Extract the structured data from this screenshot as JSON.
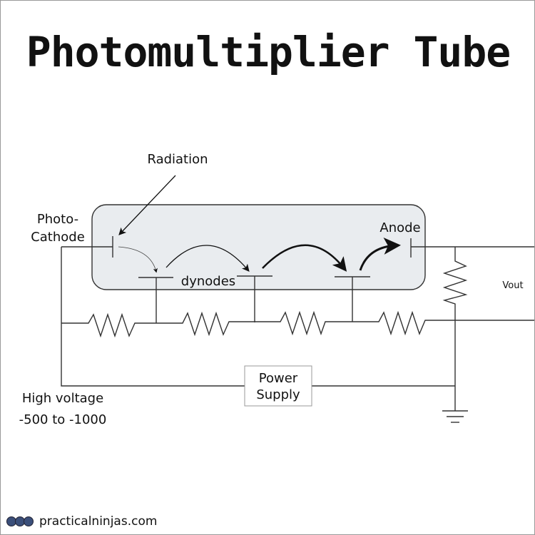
{
  "title": "Photomultiplier Tube",
  "labels": {
    "radiation": "Radiation",
    "photocathode_line1": "Photo-",
    "photocathode_line2": "Cathode",
    "dynodes": "dynodes",
    "anode": "Anode",
    "vout": "Vout",
    "power_supply_line1": "Power",
    "power_supply_line2": "Supply",
    "high_voltage_line1": "High voltage",
    "high_voltage_line2": "-500 to -1000"
  },
  "footer": {
    "site": "practicalninjas.com"
  },
  "colors": {
    "tube_fill": "#e9ecef",
    "wire": "#333333"
  }
}
